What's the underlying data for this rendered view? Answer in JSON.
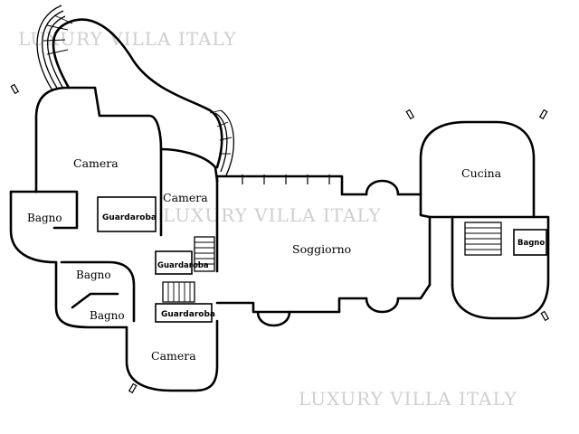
{
  "watermark": {
    "text_top": "LUXURY VILLA ITALY",
    "text_mid": "LUXURY VILLA ITALY",
    "text_bottom": "LUXURY VILLA ITALY"
  },
  "rooms": {
    "camera_nw": "Camera",
    "camera_n": "Camera",
    "camera_s": "Camera",
    "bagno_w": "Bagno",
    "bagno_mid": "Bagno",
    "bagno_sw": "Bagno",
    "bagno_e": "Bagno",
    "guardaroba_1": "Guardaroba",
    "guardaroba_2": "Guardaroba",
    "guardaroba_3": "Guardaroba",
    "soggiorno": "Soggiorno",
    "cucina": "Cucina"
  }
}
